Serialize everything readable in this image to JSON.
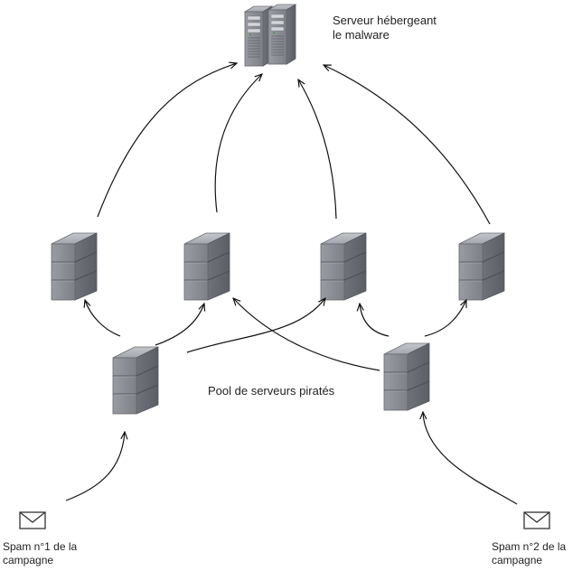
{
  "labels": {
    "hosting_server": [
      "Serveur hébergeant",
      "le malware"
    ],
    "pool": "Pool de serveurs piratés",
    "spam1": [
      "Spam n°1 de la",
      "campagne"
    ],
    "spam2": [
      "Spam n°2 de la",
      "campagne"
    ]
  },
  "colors": {
    "server_front": "#8c8e96",
    "server_side": "#6c6e76",
    "server_top": "#b0b2b8",
    "arrow": "#111111",
    "envelope": "#333333"
  },
  "icons": {
    "hosting_server": "dual-tower-server-icon",
    "pool_server": "server-icon",
    "spam": "envelope-icon"
  }
}
